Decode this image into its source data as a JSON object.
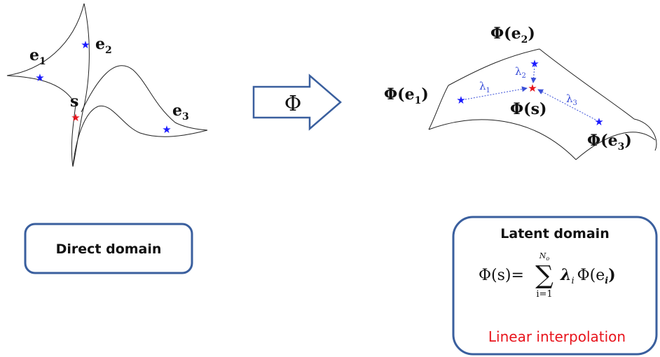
{
  "direct": {
    "labels": {
      "e1_base": "e",
      "e1_sub": "1",
      "e2_base": "e",
      "e2_sub": "2",
      "e3_base": "e",
      "e3_sub": "3",
      "s": "s"
    },
    "box_label": "Direct domain"
  },
  "map_symbol": "Φ",
  "latent": {
    "labels": {
      "pe1": "Φ(e",
      "pe1_sub": "1",
      "pe1_close": ")",
      "pe2": "Φ(e",
      "pe2_sub": "2",
      "pe2_close": ")",
      "pe3": "Φ(e",
      "pe3_sub": "3",
      "pe3_close": ")",
      "ps": "Φ(s)",
      "lambda1": "λ",
      "lambda1_sub": "1",
      "lambda2": "λ",
      "lambda2_sub": "2",
      "lambda3": "λ",
      "lambda3_sub": "3"
    },
    "box_title": "Latent domain",
    "formula": {
      "lhs": "Φ(s)=",
      "sum": "∑",
      "upper": "N",
      "upper_sub": "o",
      "lower": "i=1",
      "term_lambda": "λ",
      "term_lambda_sub": "i",
      "term_phi": "Φ(e",
      "term_e_sub": "i",
      "term_close": ")"
    },
    "footer": "Linear interpolation"
  },
  "colors": {
    "star_blue": "#1a1aff",
    "star_red": "#e8141c",
    "lambda_blue": "#3a4fd8",
    "box_border": "#3a5f9e",
    "interp_red": "#e8141c"
  }
}
